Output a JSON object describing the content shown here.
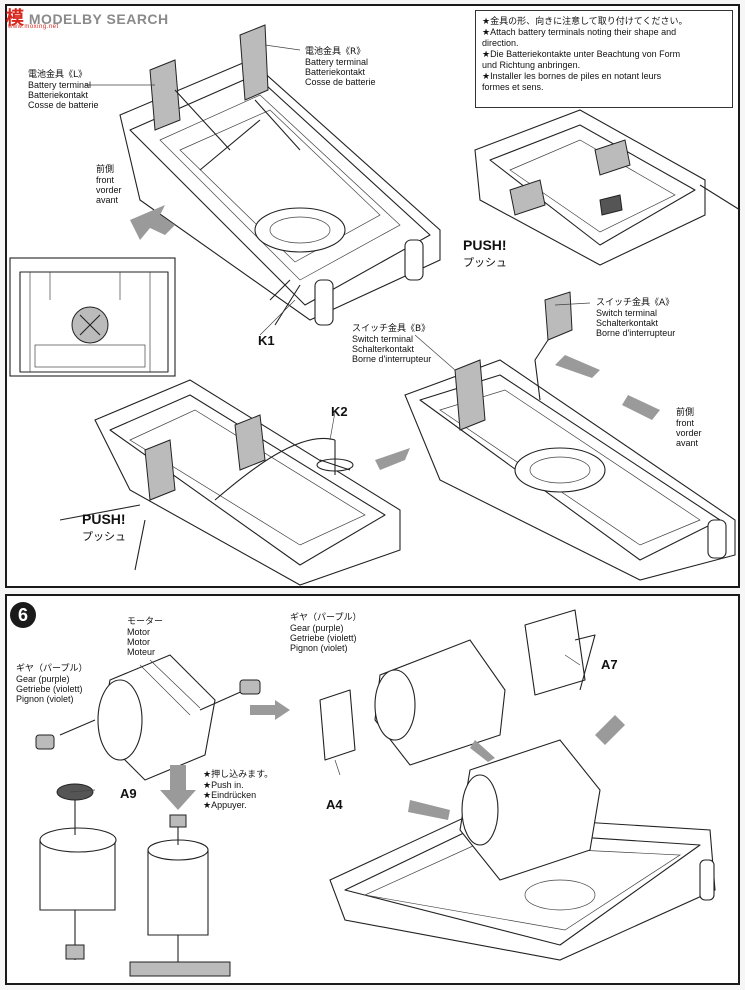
{
  "watermark": {
    "logo": "模",
    "text": "MODELBY SEARCH",
    "sub": "www.moxing.net"
  },
  "note": [
    "★金具の形、向きに注意して取り付けてください。",
    "★Attach battery terminals noting their shape and",
    "direction.",
    "★Die Batteriekontakte unter Beachtung von Form",
    "und Richtung anbringen.",
    "★Installer les bornes de piles en notant leurs",
    "formes et sens."
  ],
  "battery_terminal_l": {
    "jp": "電池金具《L》",
    "en": "Battery terminal",
    "de": "Batteriekontakt",
    "fr": "Cosse de batterie"
  },
  "battery_terminal_r": {
    "jp": "電池金具《R》",
    "en": "Battery terminal",
    "de": "Batteriekontakt",
    "fr": "Cosse de batterie"
  },
  "front_1": {
    "jp": "前側",
    "en": "front",
    "de": "vorder",
    "fr": "avant"
  },
  "front_2": {
    "jp": "前側",
    "en": "front",
    "de": "vorder",
    "fr": "avant"
  },
  "switch_terminal_a": {
    "jp": "スイッチ金具《A》",
    "en": "Switch terminal",
    "de": "Schalterkontakt",
    "fr": "Borne d'interrupteur"
  },
  "switch_terminal_b": {
    "jp": "スイッチ金具《B》",
    "en": "Switch terminal",
    "de": "Schalterkontakt",
    "fr": "Borne d'interrupteur"
  },
  "push_1": {
    "en": "PUSH!",
    "jp": "プッシュ"
  },
  "push_2": {
    "en": "PUSH!",
    "jp": "プッシュ"
  },
  "parts": {
    "k1": "K1",
    "k2": "K2",
    "a7": "A7",
    "a4": "A4",
    "a9": "A9"
  },
  "step6": {
    "number": "6",
    "motor": {
      "jp": "モーター",
      "en": "Motor",
      "de": "Motor",
      "fr": "Moteur"
    },
    "gear_right": {
      "jp": "ギヤ（パープル）",
      "en": "Gear (purple)",
      "de": "Getriebe (violett)",
      "fr": "Pignon (violet)"
    },
    "gear_left": {
      "jp": "ギヤ（パープル）",
      "en": "Gear (purple)",
      "de": "Getriebe (violett)",
      "fr": "Pignon (violet)"
    },
    "push_in": {
      "jp": "★押し込みます。",
      "en": "★Push in.",
      "de": "★Eindrücken",
      "fr": "★Appuyer."
    }
  }
}
